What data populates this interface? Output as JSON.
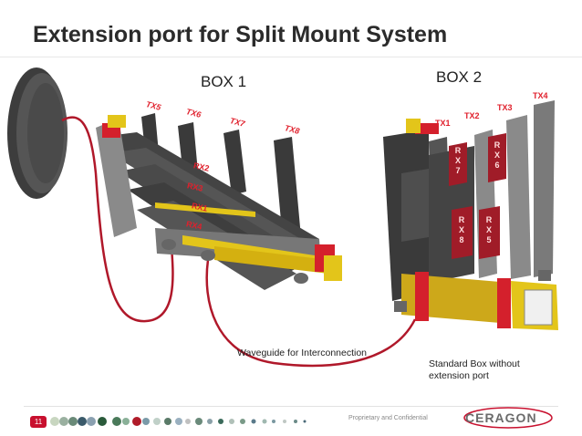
{
  "slide": {
    "title": "Extension port for Split Mount System",
    "page_number": "11",
    "confidential_text": "Proprietary and Confidential",
    "logo_text": "CERAGON"
  },
  "box1": {
    "label": "BOX 1",
    "tx_labels": [
      "TX5",
      "TX6",
      "TX7",
      "TX8"
    ],
    "rx_labels": [
      "RX2",
      "RX3",
      "RX1",
      "RX4"
    ]
  },
  "box2": {
    "label": "BOX 2",
    "tx_labels": [
      "TX1",
      "TX2",
      "TX3",
      "TX4"
    ],
    "rx_labels": [
      "RX7",
      "RX6",
      "RX8",
      "RX5"
    ]
  },
  "annotations": {
    "waveguide_label": "Waveguide for Interconnection",
    "standard_box_line1": "Standard Box without",
    "standard_box_line2": "extension port"
  },
  "colors": {
    "accent_red": "#c8102e",
    "waveguide_red": "#b0182a",
    "dark_grey": "#3a3a3a",
    "yellow": "#e3c51a"
  },
  "icons": {
    "antenna": "antenna-dish-icon",
    "logo": "ceragon-logo"
  }
}
